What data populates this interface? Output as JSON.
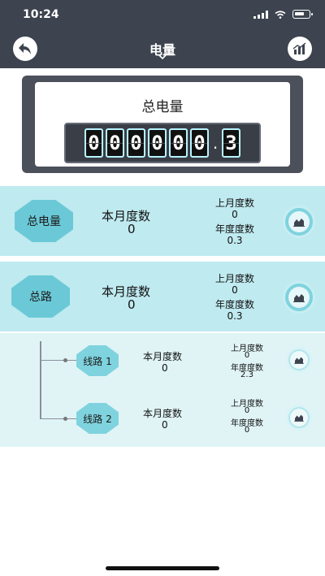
{
  "status": {
    "time": "10:24"
  },
  "nav": {
    "title": "电量"
  },
  "meter": {
    "title": "总电量",
    "digits": [
      "0",
      "0",
      "0",
      "0",
      "0",
      "0",
      ".",
      "3"
    ]
  },
  "total": {
    "badge": "总电量",
    "current_label": "本月度数",
    "current_value": "0",
    "last_month_label": "上月度数",
    "last_month_value": "0",
    "year_label": "年度度数",
    "year_value": "0.3"
  },
  "main_circuit": {
    "badge": "总路",
    "current_label": "本月度数",
    "current_value": "0",
    "last_month_label": "上月度数",
    "last_month_value": "0",
    "year_label": "年度度数",
    "year_value": "0.3"
  },
  "lines": [
    {
      "badge": "线路 1",
      "current_label": "本月度数",
      "current_value": "0",
      "last_month_label": "上月度数",
      "last_month_value": "0",
      "year_label": "年度度数",
      "year_value": "2.3"
    },
    {
      "badge": "线路 2",
      "current_label": "本月度数",
      "current_value": "0",
      "last_month_label": "上月度数",
      "last_month_value": "0",
      "year_label": "年度度数",
      "year_value": "0"
    }
  ],
  "colors": {
    "header": "#3d434f",
    "row_main": "#bfeaf0",
    "row_sub": "#e0f4f6",
    "badge": "#6bc9d7",
    "digit_border": "#b8f3ff"
  }
}
